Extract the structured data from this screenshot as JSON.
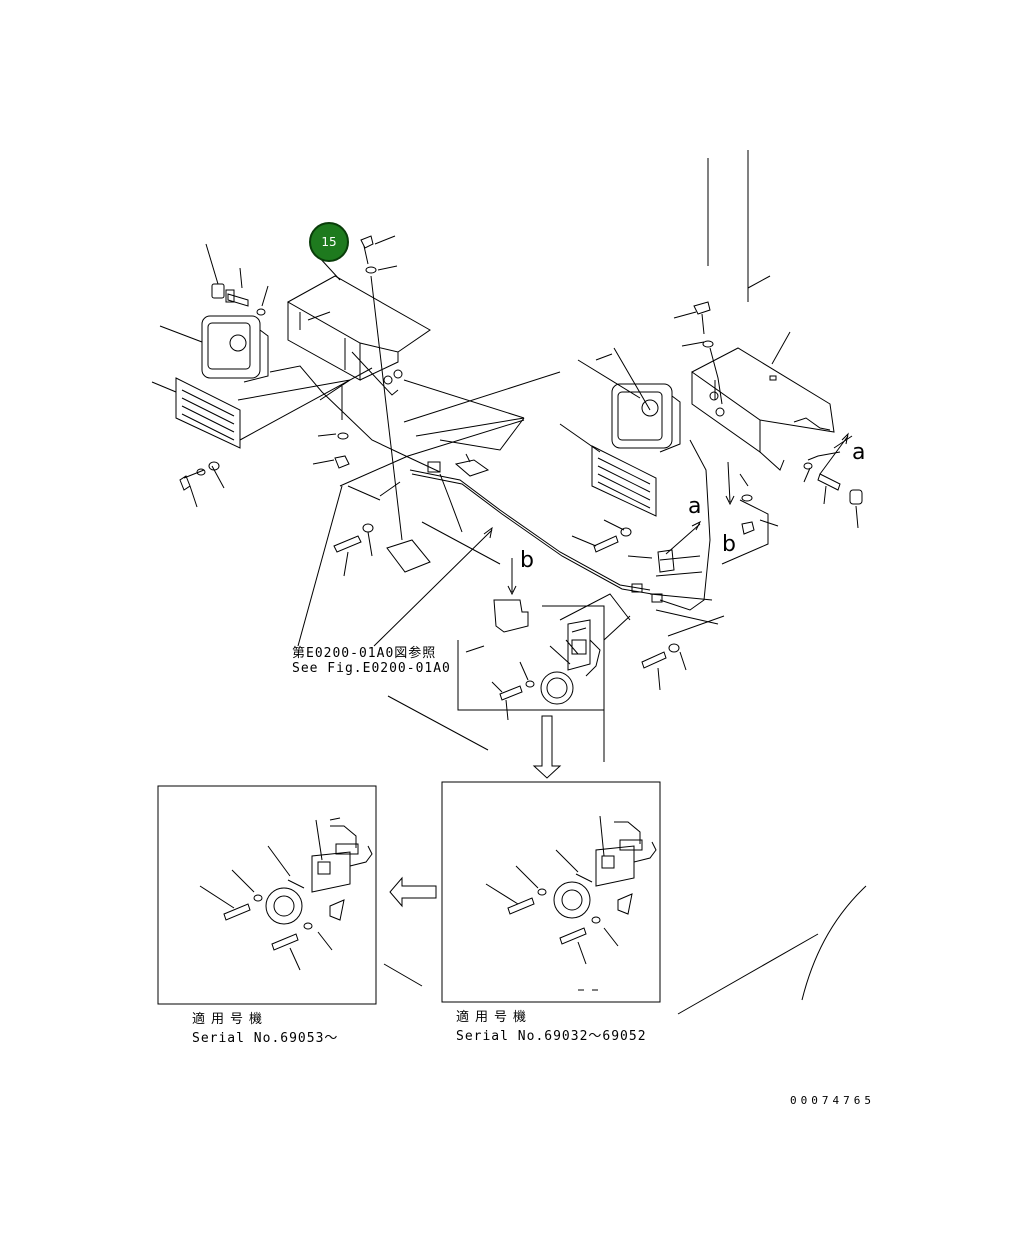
{
  "callout": {
    "number": "15",
    "color": "#1e7a1e"
  },
  "reference": {
    "jp": "第E0200-01A0図参照",
    "en": "See Fig.E0200-01A0"
  },
  "view_letters": {
    "a": "a",
    "b": "b"
  },
  "inset_left": {
    "applicable_jp": "適用号機",
    "serial": "Serial No.69053～"
  },
  "inset_right": {
    "applicable_jp": "適用号機",
    "serial": "Serial No.69032～69052"
  },
  "drawing_number": "00074765"
}
